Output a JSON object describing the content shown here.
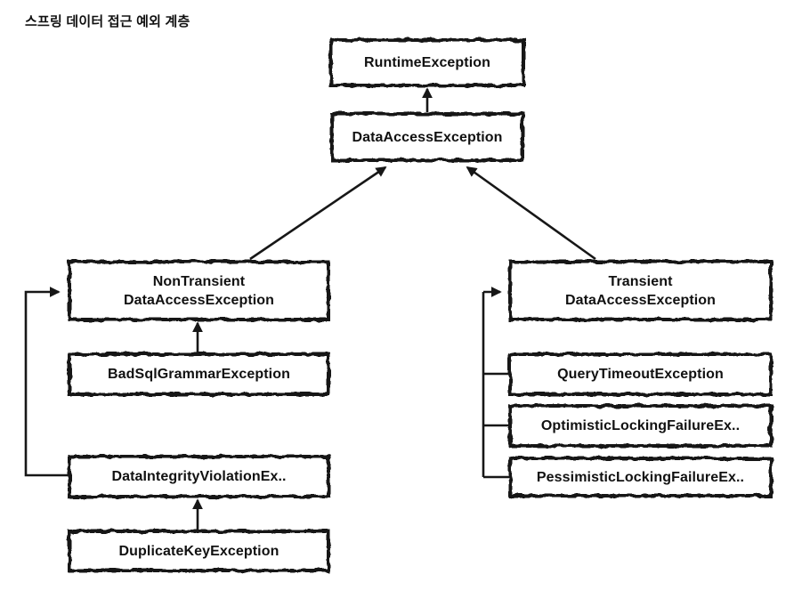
{
  "title": "스프링 데이터 접근 예외 계층",
  "diagram": {
    "colors": {
      "stroke": "#171717",
      "text": "#111111",
      "background": "#ffffff"
    },
    "nodes": {
      "runtime": {
        "label": "RuntimeException"
      },
      "data_access": {
        "label": "DataAccessException"
      },
      "non_transient": {
        "line1": "NonTransient",
        "line2": "DataAccessException"
      },
      "bad_sql": {
        "label": "BadSqlGrammarException"
      },
      "data_integrity": {
        "label": "DataIntegrityViolationEx.."
      },
      "duplicate_key": {
        "label": "DuplicateKeyException"
      },
      "transient": {
        "line1": "Transient",
        "line2": "DataAccessException"
      },
      "query_timeout": {
        "label": "QueryTimeoutException"
      },
      "optimistic_locking": {
        "label": "OptimisticLockingFailureEx.."
      },
      "pessimistic_locking": {
        "label": "PessimisticLockingFailureEx.."
      }
    },
    "edges": [
      {
        "from": "data_access",
        "to": "runtime"
      },
      {
        "from": "non_transient",
        "to": "data_access"
      },
      {
        "from": "transient",
        "to": "data_access"
      },
      {
        "from": "bad_sql",
        "to": "non_transient"
      },
      {
        "from": "data_integrity",
        "to": "non_transient"
      },
      {
        "from": "duplicate_key",
        "to": "data_integrity"
      },
      {
        "from": "query_timeout",
        "to": "transient"
      },
      {
        "from": "optimistic_locking",
        "to": "transient"
      },
      {
        "from": "pessimistic_locking",
        "to": "transient"
      }
    ]
  }
}
